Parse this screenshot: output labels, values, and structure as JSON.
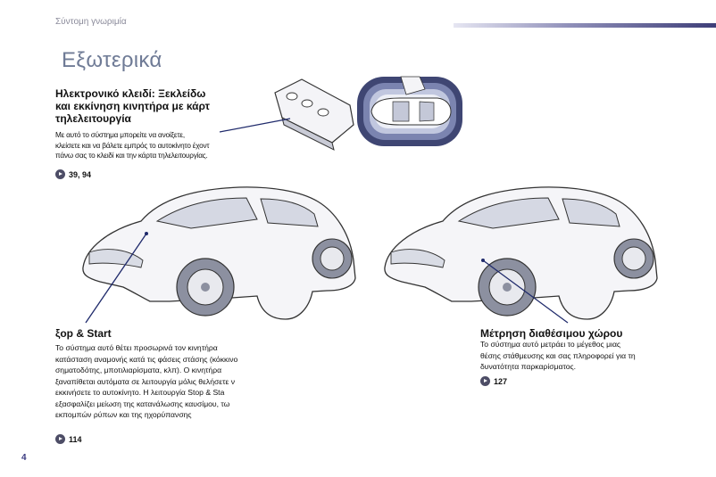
{
  "header": {
    "section": "Σύντομη γνωριμία"
  },
  "page_title": "Εξωτερικά",
  "key_section": {
    "heading_lines": [
      "Ηλεκτρονικό κλειδί: Ξεκλείδω",
      "και εκκίνηση κινητήρα με κάρτ",
      "τηλελειτουργία"
    ],
    "body_lines": [
      "Με αυτό το σύστημα μπορείτε να ανοίξετε,",
      "κλείσετε και να βάλετε εμπρός το αυτοκίνητο έχοντ",
      "πάνω σας το κλειδί και την κάρτα τηλελειτουργίας."
    ],
    "ref": "39, 94"
  },
  "stop_start_section": {
    "heading": "ξop & Start",
    "body_lines": [
      "Το σύστημα αυτό θέτει προσωρινά τον κινητήρα",
      "κατάσταση αναμονής κατά τις φάσεις στάσης (κόκκινο",
      "σηματοδότης, μποτιλιαρίσματα, κλπ). Ο κινητήρα",
      "ξαναπίθεται αυτόματα σε λειτουργία μόλις θελήσετε ν",
      "εκκινήσετε το αυτοκίνητο. Η λειτουργία Stop & Sta",
      "εξασφαλίζει μείωση της κατανάλωσης καυσίμου, τω",
      "εκπομπών ρύπων και της ηχορύπανσης"
    ],
    "ref": "114"
  },
  "parking_section": {
    "heading": "Μέτρηση διαθέσιμου χώρου",
    "body_lines": [
      "Το σύστημα αυτό μετράει το μέγεθος μιας",
      "θέσης στάθμευσης και σας πληροφορεί για τη",
      "δυνατότητα παρκαρίσματος."
    ],
    "ref": "127"
  },
  "page_number": "4",
  "icons": {
    "reference": "arrow-circle-icon"
  },
  "colors": {
    "title": "#6f7b96",
    "accent": "#3a3a80",
    "leader_line": "#1f2a6b"
  }
}
